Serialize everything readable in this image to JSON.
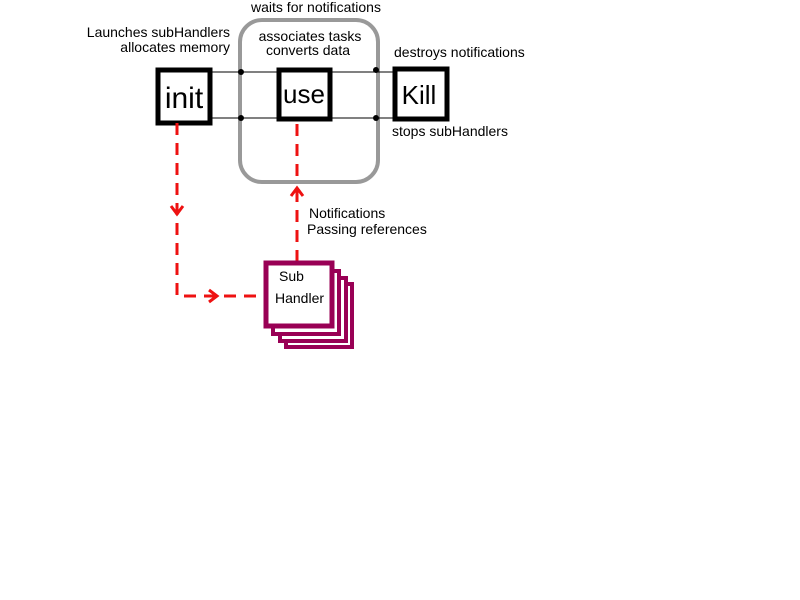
{
  "colors": {
    "box_border": "#000000",
    "group_border": "#999999",
    "arrow": "#ee1111",
    "subhandler": "#990055",
    "background": "#ffffff"
  },
  "nodes": {
    "init": {
      "label": "init"
    },
    "use": {
      "label": "use"
    },
    "kill": {
      "label": "Kill"
    },
    "subhandler": {
      "line1": "Sub",
      "line2": "Handler",
      "stack_count": 4
    }
  },
  "annotations": {
    "init_line1": "Launches subHandlers",
    "init_line2": "allocates memory",
    "group_top": "waits for notifications",
    "use_line1": "associates tasks",
    "use_line2": "converts data",
    "kill_top": "destroys notifications",
    "kill_bottom": "stops subHandlers",
    "notif_line1": "Notifications",
    "notif_line2": "Passing references"
  }
}
